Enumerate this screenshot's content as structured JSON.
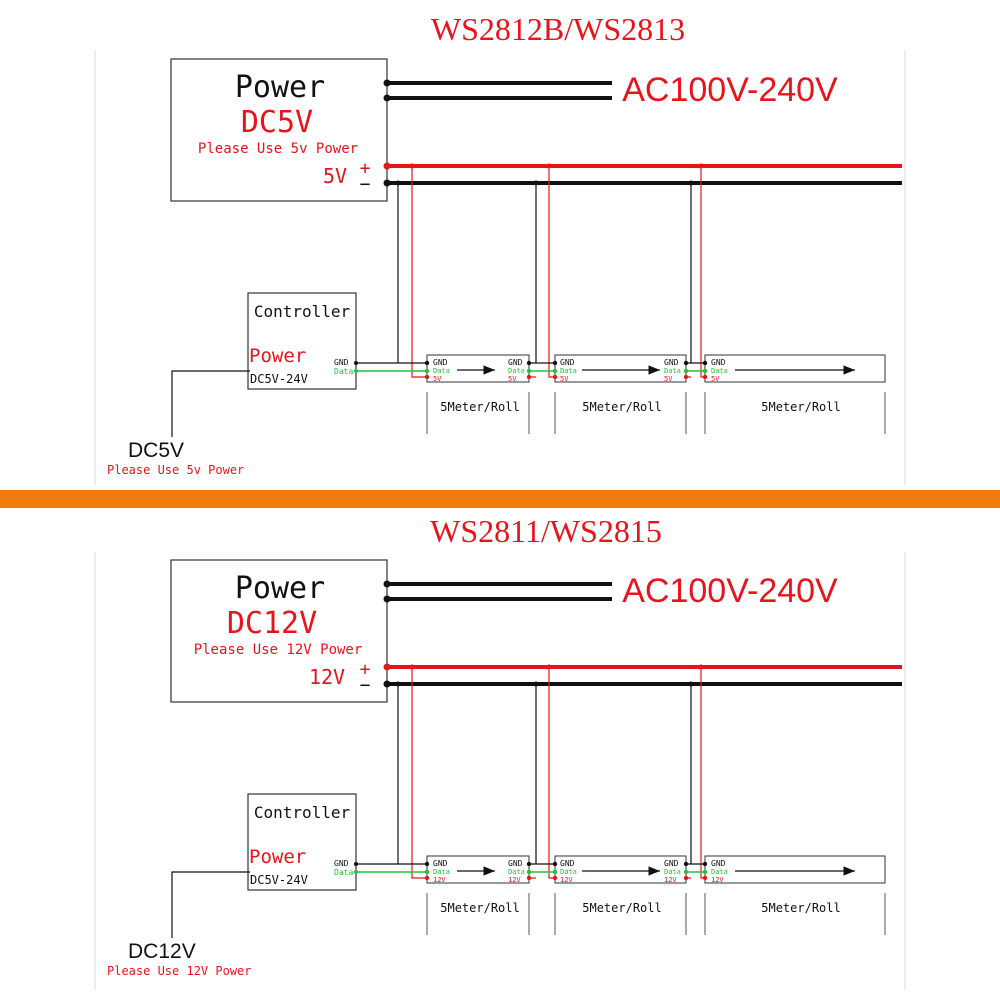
{
  "colors": {
    "red": "#e8141b",
    "black": "#111111",
    "green": "#22c33a",
    "separator": "#f07c10",
    "frame": "#cfcfcf"
  },
  "ws5": {
    "title": "WS2812B/WS2813",
    "power": {
      "heading": "Power",
      "voltage": "DC5V",
      "note": "Please Use 5v Power",
      "out_label": "5V",
      "plus": "+",
      "minus": "−"
    },
    "ac_label": "AC100V-240V",
    "controller": {
      "heading": "Controller",
      "power_label": "Power",
      "range": "DC5V-24V",
      "gnd": "GND",
      "data": "Data"
    },
    "input": {
      "voltage": "DC5V",
      "note": "Please Use 5v Power"
    },
    "strips": [
      {
        "left": {
          "gnd": "GND",
          "data": "Data",
          "v": "5V"
        },
        "right": {
          "gnd": "GND",
          "data": "Data",
          "v": "5V"
        },
        "roll": "5Meter/Roll"
      },
      {
        "left": {
          "gnd": "GND",
          "data": "Data",
          "v": "5V"
        },
        "right": {
          "gnd": "GND",
          "data": "Data",
          "v": "5V"
        },
        "roll": "5Meter/Roll"
      },
      {
        "left": {
          "gnd": "GND",
          "data": "Data",
          "v": "5V"
        },
        "roll": "5Meter/Roll"
      }
    ]
  },
  "ws12": {
    "title": "WS2811/WS2815",
    "power": {
      "heading": "Power",
      "voltage": "DC12V",
      "note": "Please Use 12V Power",
      "out_label": "12V",
      "plus": "+",
      "minus": "−"
    },
    "ac_label": "AC100V-240V",
    "controller": {
      "heading": "Controller",
      "power_label": "Power",
      "range": "DC5V-24V",
      "gnd": "GND",
      "data": "Data"
    },
    "input": {
      "voltage": "DC12V",
      "note": "Please Use 12V Power"
    },
    "strips": [
      {
        "left": {
          "gnd": "GND",
          "data": "Data",
          "v": "12V"
        },
        "right": {
          "gnd": "GND",
          "data": "Data",
          "v": "12V"
        },
        "roll": "5Meter/Roll"
      },
      {
        "left": {
          "gnd": "GND",
          "data": "Data",
          "v": "12V"
        },
        "right": {
          "gnd": "GND",
          "data": "Data",
          "v": "12V"
        },
        "roll": "5Meter/Roll"
      },
      {
        "left": {
          "gnd": "GND",
          "data": "Data",
          "v": "12V"
        },
        "roll": "5Meter/Roll"
      }
    ]
  }
}
